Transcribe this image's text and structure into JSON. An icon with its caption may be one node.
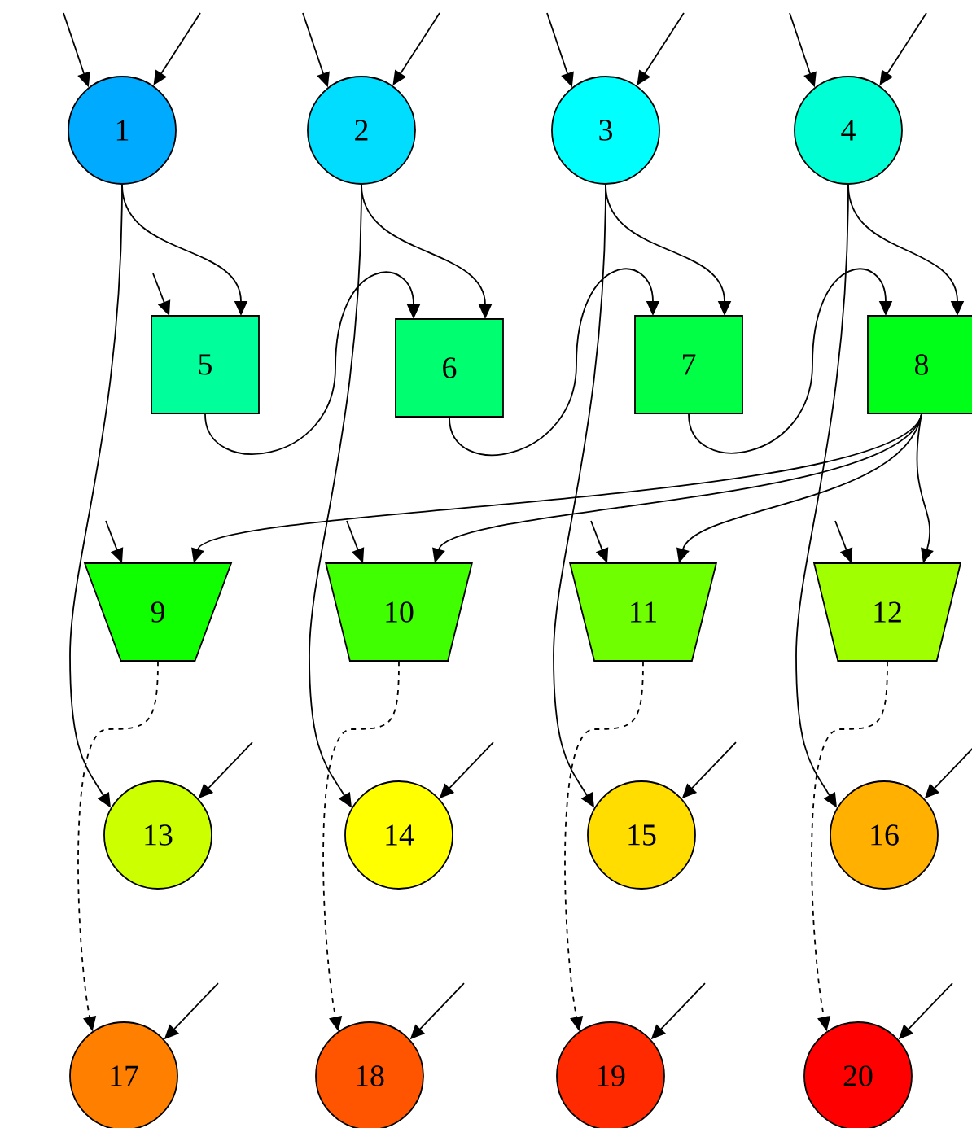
{
  "diagram": {
    "nodes": [
      {
        "text": [
          "1"
        ]
      },
      {
        "text": [
          "2"
        ]
      },
      {
        "text": [
          "3"
        ]
      },
      {
        "text": [
          "4"
        ]
      },
      {
        "text": [
          "5"
        ]
      },
      {
        "text": [
          "6"
        ]
      },
      {
        "text": [
          "7"
        ]
      },
      {
        "text": [
          "8"
        ]
      },
      {
        "text": [
          "9"
        ]
      },
      {
        "text": [
          "10"
        ]
      },
      {
        "text": [
          "11"
        ]
      },
      {
        "text": [
          "12"
        ]
      },
      {
        "text": [
          "13"
        ]
      },
      {
        "text": [
          "14"
        ]
      },
      {
        "text": [
          "15"
        ]
      },
      {
        "text": [
          "16"
        ]
      },
      {
        "text": [
          "17"
        ]
      },
      {
        "text": [
          "18"
        ]
      },
      {
        "text": [
          "19"
        ]
      },
      {
        "text": [
          "20"
        ]
      }
    ],
    "edges": [
      {
        "from": null,
        "to": 0,
        "arrow": "to"
      },
      {
        "from": null,
        "to": 0,
        "arrow": "to"
      },
      {
        "from": null,
        "to": 1,
        "arrow": "to"
      },
      {
        "from": null,
        "to": 1,
        "arrow": "to"
      },
      {
        "from": null,
        "to": 2,
        "arrow": "to"
      },
      {
        "from": null,
        "to": 2,
        "arrow": "to"
      },
      {
        "from": null,
        "to": 3,
        "arrow": "to"
      },
      {
        "from": null,
        "to": 3,
        "arrow": "to"
      },
      {
        "from": 0,
        "to": 4,
        "arrow": "to"
      },
      {
        "from": null,
        "to": 4,
        "arrow": "to"
      },
      {
        "from": 4,
        "to": 5,
        "arrow": "to"
      },
      {
        "from": 1,
        "to": 5,
        "arrow": "to"
      },
      {
        "from": 5,
        "to": 6,
        "arrow": "to"
      },
      {
        "from": 2,
        "to": 6,
        "arrow": "to"
      },
      {
        "from": 6,
        "to": 7,
        "arrow": "to"
      },
      {
        "from": 3,
        "to": 7,
        "arrow": "to"
      },
      {
        "from": 0,
        "to": 12,
        "arrow": "to"
      },
      {
        "from": 1,
        "to": 13,
        "arrow": "to"
      },
      {
        "from": 2,
        "to": 14,
        "arrow": "to"
      },
      {
        "from": 3,
        "to": 15,
        "arrow": "to"
      },
      {
        "from": 7,
        "to": 8,
        "arrow": "to"
      },
      {
        "from": 7,
        "to": 9,
        "arrow": "to"
      },
      {
        "from": 7,
        "to": 10,
        "arrow": "to"
      },
      {
        "from": 7,
        "to": 11,
        "arrow": "to"
      },
      {
        "from": null,
        "to": 8,
        "arrow": "to"
      },
      {
        "from": null,
        "to": 9,
        "arrow": "to"
      },
      {
        "from": null,
        "to": 10,
        "arrow": "to"
      },
      {
        "from": null,
        "to": 11,
        "arrow": "to"
      },
      {
        "from": 8,
        "to": 16,
        "arrow": "to",
        "style": "dashed"
      },
      {
        "from": 9,
        "to": 17,
        "arrow": "to",
        "style": "dashed"
      },
      {
        "from": 10,
        "to": 18,
        "arrow": "to",
        "style": "dashed"
      },
      {
        "from": 11,
        "to": 19,
        "arrow": "to",
        "style": "dashed"
      },
      {
        "from": null,
        "to": 12,
        "arrow": "to"
      },
      {
        "from": null,
        "to": 13,
        "arrow": "to"
      },
      {
        "from": null,
        "to": 14,
        "arrow": "to"
      },
      {
        "from": null,
        "to": 15,
        "arrow": "to"
      },
      {
        "from": null,
        "to": 16,
        "arrow": "to"
      },
      {
        "from": null,
        "to": 17,
        "arrow": "to"
      },
      {
        "from": null,
        "to": 18,
        "arrow": "to"
      },
      {
        "from": null,
        "to": 19,
        "arrow": "to"
      }
    ]
  }
}
